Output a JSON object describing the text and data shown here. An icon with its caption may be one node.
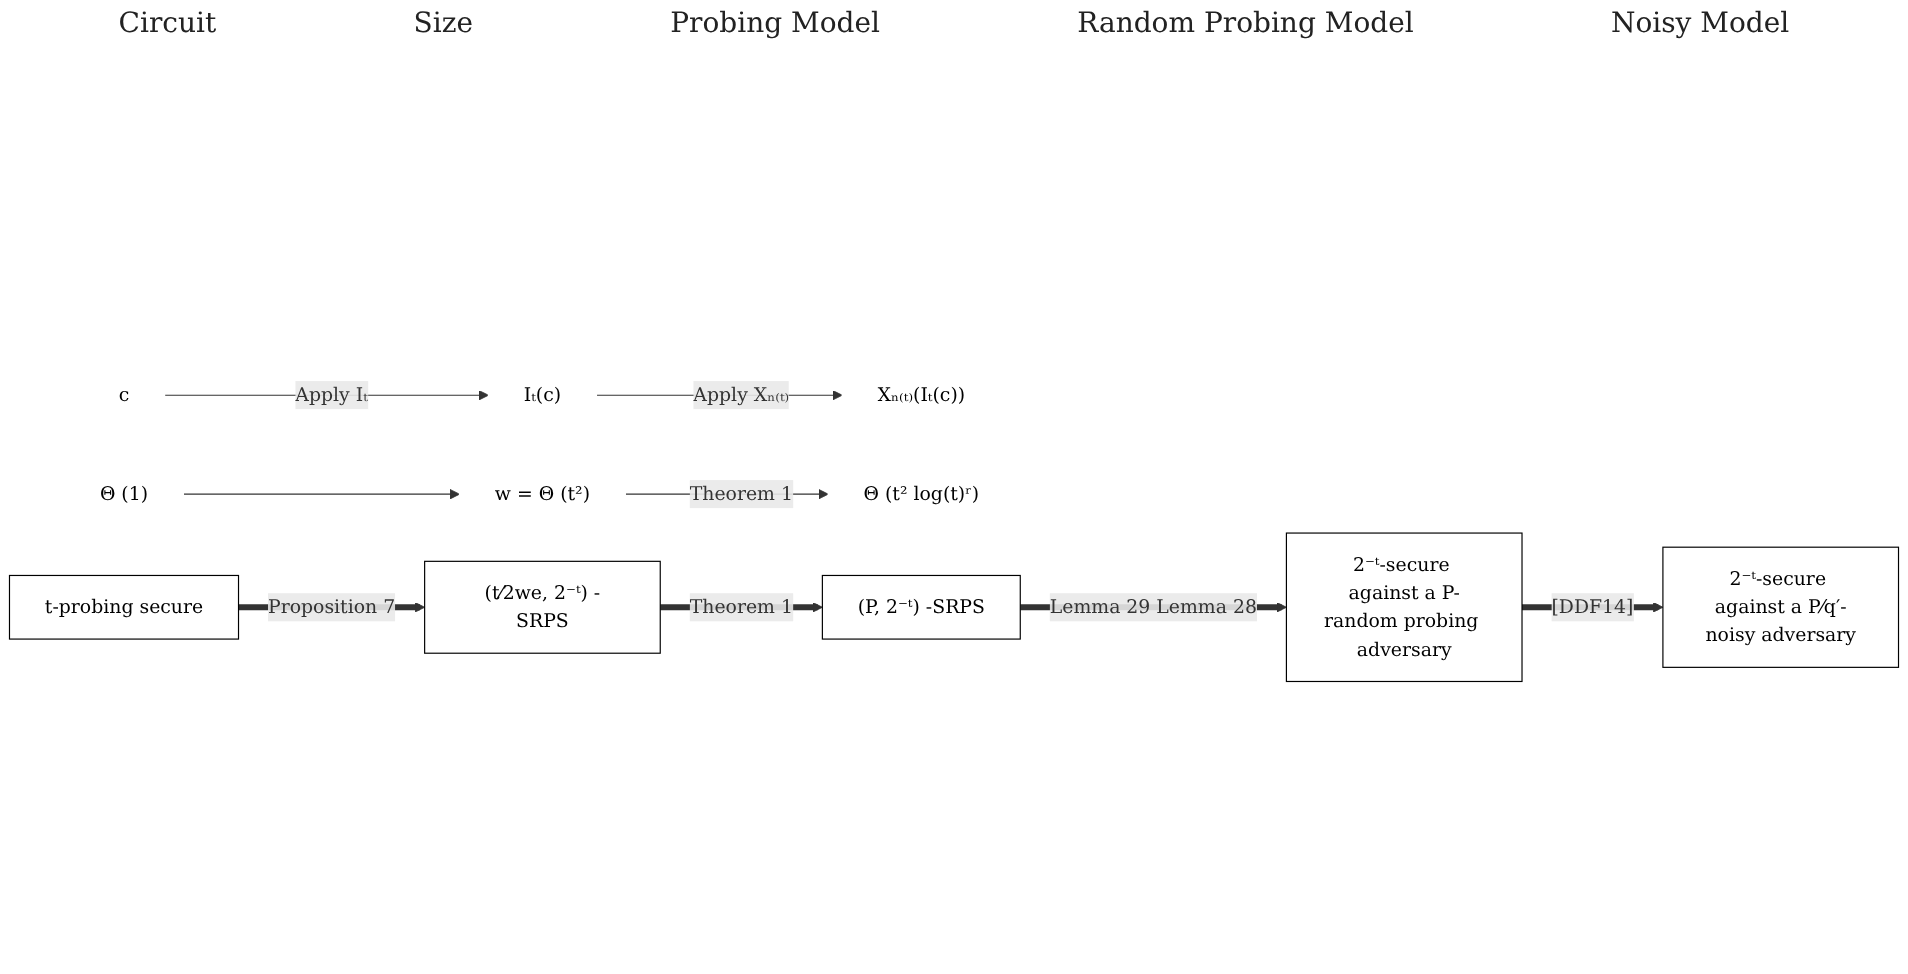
{
  "diagram": {
    "nodes": [
      {
        "text": [
          "c"
        ]
      },
      {
        "text": [
          "Iₜ(c)"
        ]
      },
      {
        "text": [
          "Xₙ₍ₜ₎(Iₜ(c))"
        ]
      },
      {
        "text": [
          "Θ (1)"
        ]
      },
      {
        "text": [
          "w = Θ (t²)"
        ]
      },
      {
        "text": [
          "Θ (t² log(t)ʳ)"
        ]
      },
      {
        "text": [
          "t-probing secure"
        ]
      },
      {
        "text": [
          "(t⁄2we, 2⁻ᵗ) -SRPS"
        ]
      },
      {
        "text": [
          "(P, 2⁻ᵗ) -SRPS"
        ]
      },
      {
        "text": [
          "2⁻ᵗ-secure against a P-random probing adversary"
        ]
      },
      {
        "text": [
          "2⁻ᵗ-secure against a P⁄q′-noisy adversary"
        ]
      }
    ],
    "edges": [
      {
        "from": 0,
        "to": 1,
        "arrow": "to",
        "label": "Apply Iₜ"
      },
      {
        "from": 1,
        "to": 2,
        "arrow": "to",
        "label": "Apply Xₙ₍ₜ₎"
      },
      {
        "from": 3,
        "to": 4,
        "arrow": "to"
      },
      {
        "from": 4,
        "to": 5,
        "arrow": "to",
        "label": "Theorem 1"
      },
      {
        "from": 6,
        "to": 7,
        "arrow": "to",
        "label": "Proposition 7",
        "style": "thick"
      },
      {
        "from": 7,
        "to": 8,
        "arrow": "to",
        "label": "Theorem 1",
        "style": "thick"
      },
      {
        "from": 8,
        "to": 9,
        "arrow": "to",
        "label": "Lemma 29 Lemma 28",
        "style": "thick"
      },
      {
        "from": 9,
        "to": 10,
        "arrow": "to",
        "label": "[DDF14]",
        "style": "thick"
      }
    ],
    "labels": [
      "Circuit",
      "Size",
      "Probing Model",
      "Random Probing Model",
      "Noisy Model"
    ]
  }
}
